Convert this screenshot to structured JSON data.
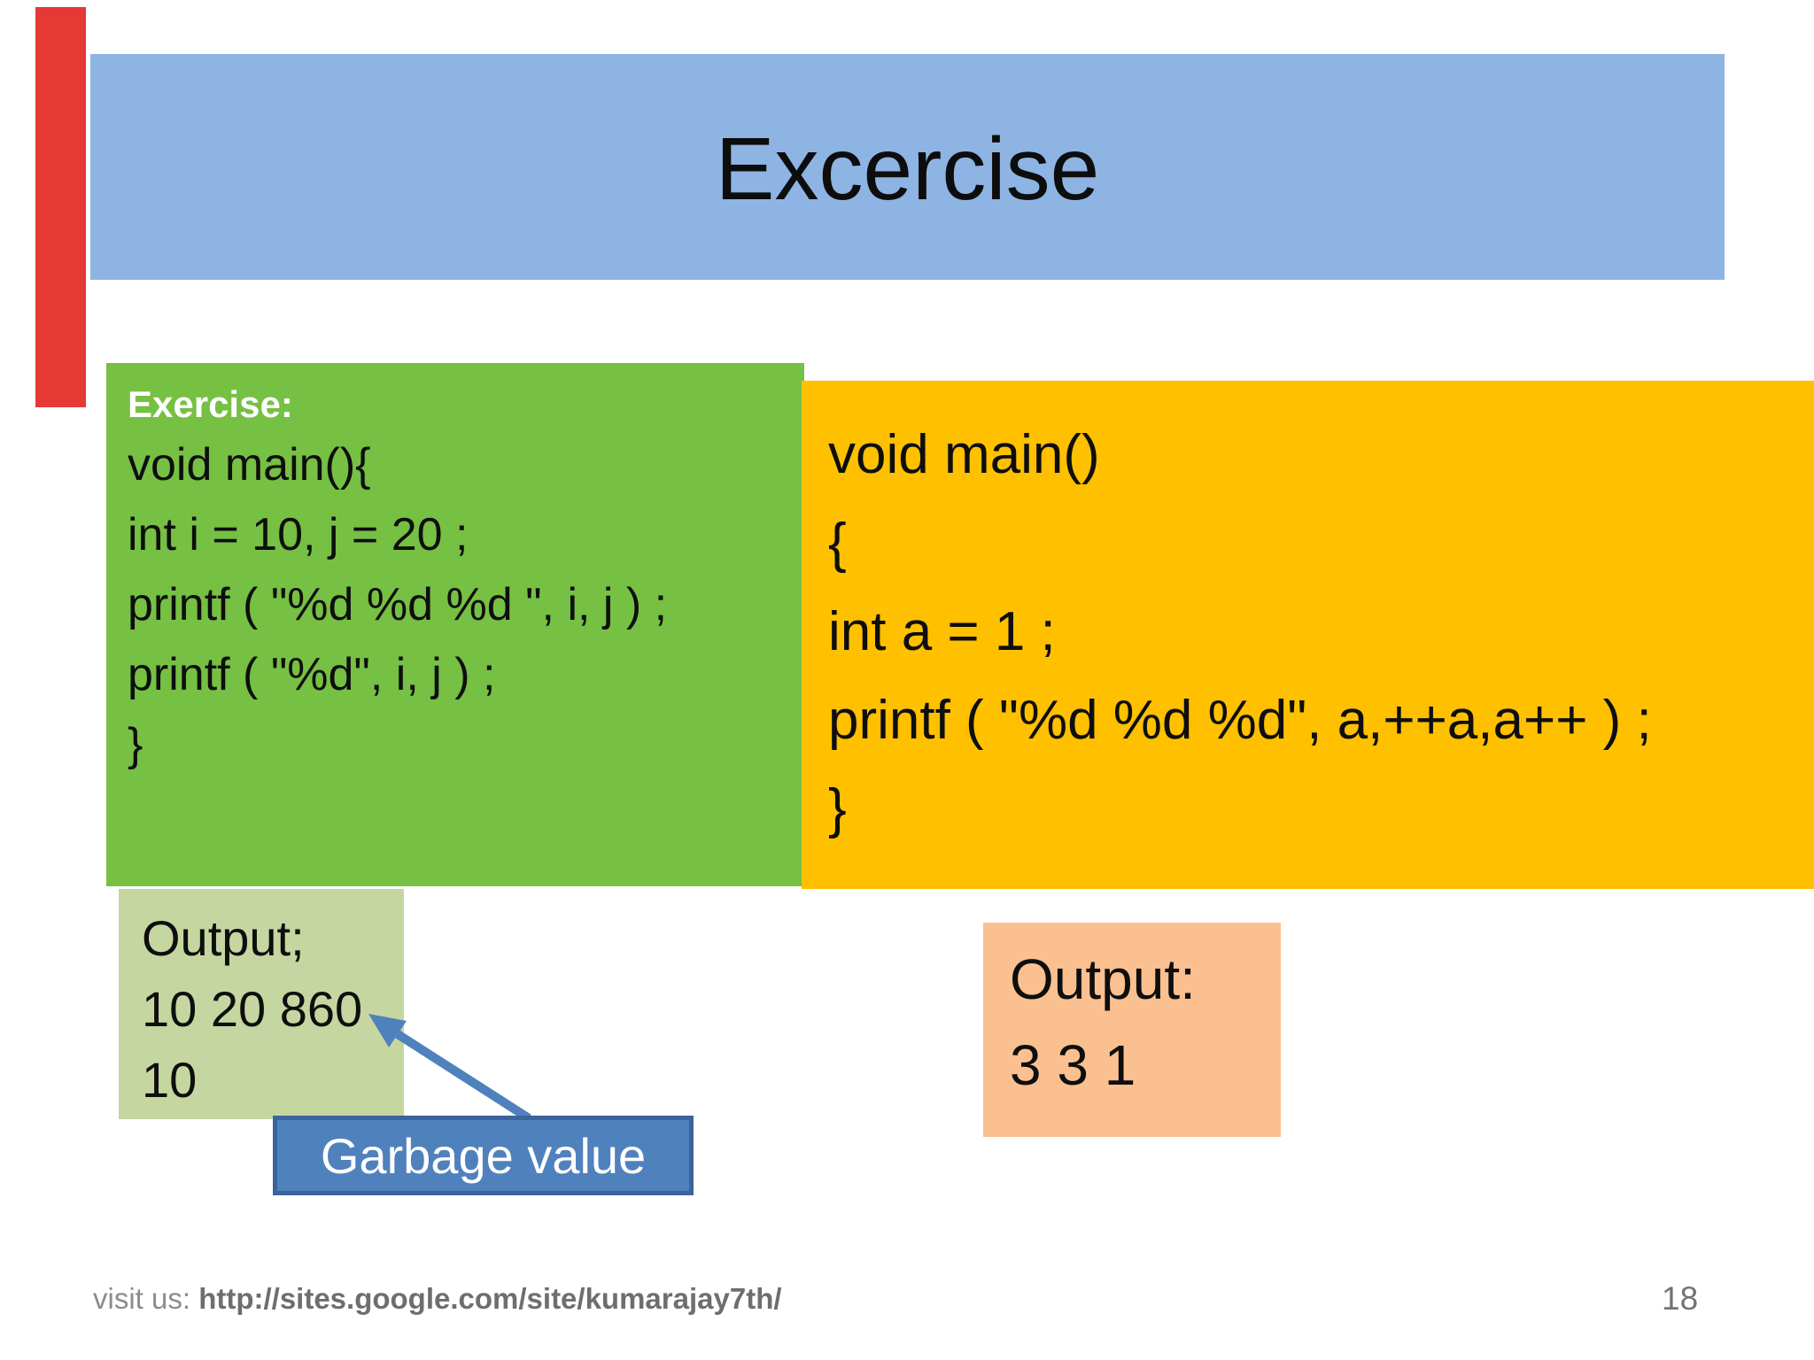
{
  "slide": {
    "title": "Excercise",
    "left_code": {
      "label": "Exercise:",
      "lines": [
        "void main(){",
        "int i = 10, j = 20 ;",
        "printf ( \"%d %d %d \", i, j ) ;",
        "printf ( \"%d\", i, j ) ;",
        "}"
      ]
    },
    "right_code": {
      "lines": [
        "void main()",
        "{",
        "int a = 1 ;",
        "printf ( \"%d %d %d\", a,++a,a++ ) ;",
        "}"
      ]
    },
    "left_output": {
      "lines": [
        "Output;",
        "10 20 860",
        "10"
      ]
    },
    "right_output": {
      "lines": [
        "Output:",
        "3 3 1"
      ]
    },
    "callout": {
      "label": "Garbage value"
    },
    "footer": {
      "prefix": "visit us: ",
      "url": "http://sites.google.com/site/kumarajay7th/",
      "page": "18"
    },
    "colors": {
      "header_blue": "#8EB4E3",
      "code_green": "#76C043",
      "code_orange": "#FFC000",
      "output_sage": "#C6D6A0",
      "output_peach": "#FAC090",
      "callout_fill": "#4F81BD",
      "callout_border": "#3A649B",
      "accent_red": "#E53935",
      "footer_gray": "#8C8C8C"
    }
  }
}
